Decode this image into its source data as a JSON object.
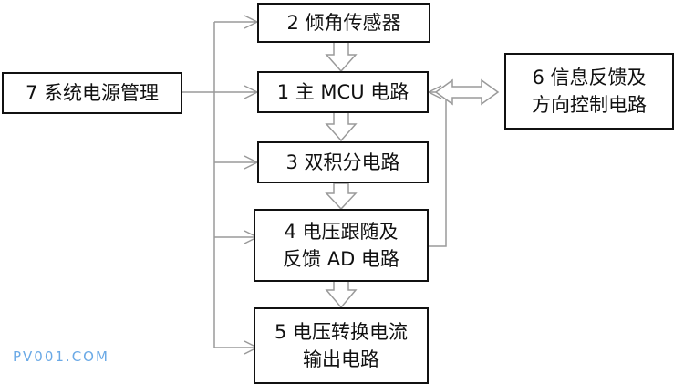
{
  "nodes": {
    "n1": {
      "lines": [
        "1 主 MCU 电路"
      ]
    },
    "n2": {
      "lines": [
        "2 倾角传感器"
      ]
    },
    "n3": {
      "lines": [
        "3 双积分电路"
      ]
    },
    "n4": {
      "lines": [
        "4 电压跟随及",
        "反馈 AD 电路"
      ]
    },
    "n5": {
      "lines": [
        "5 电压转换电流",
        "输出电路"
      ]
    },
    "n6": {
      "lines": [
        "6 信息反馈及",
        "方向控制电路"
      ]
    },
    "n7": {
      "lines": [
        "7 系统电源管理"
      ]
    }
  },
  "watermark": "PV001.COM",
  "colors": {
    "border": "#111111",
    "line": "#9a9a9a",
    "watermark": "#6aa9e6"
  }
}
